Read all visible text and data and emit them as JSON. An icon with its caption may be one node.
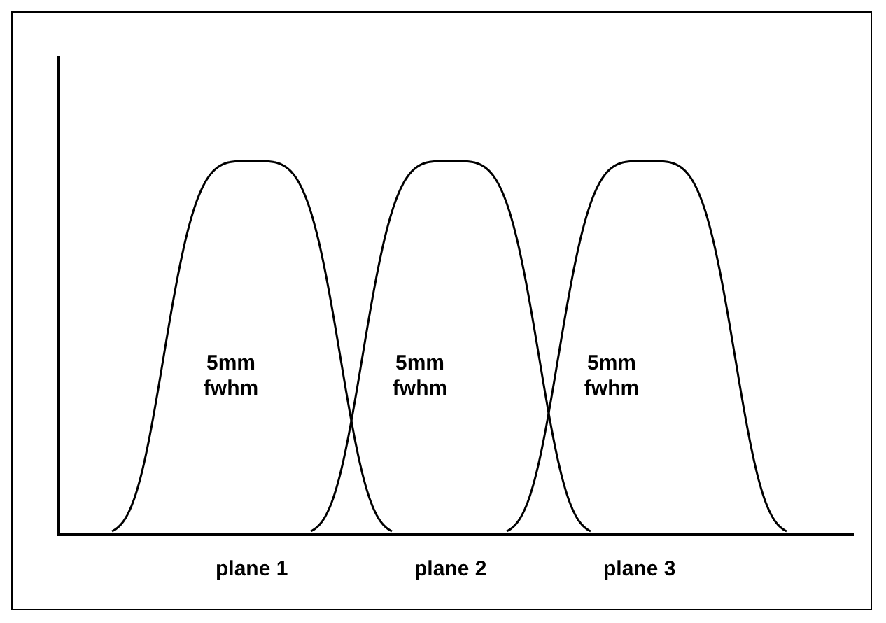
{
  "diagram": {
    "nodes": [
      {
        "text": [
          "5mm fwhm"
        ],
        "beside": [
          "plane 1"
        ]
      },
      {
        "text": [
          "5mm fwhm"
        ],
        "beside": [
          "plane 2"
        ]
      },
      {
        "text": [
          "5mm fwhm"
        ],
        "beside": [
          "plane 3"
        ]
      }
    ]
  }
}
